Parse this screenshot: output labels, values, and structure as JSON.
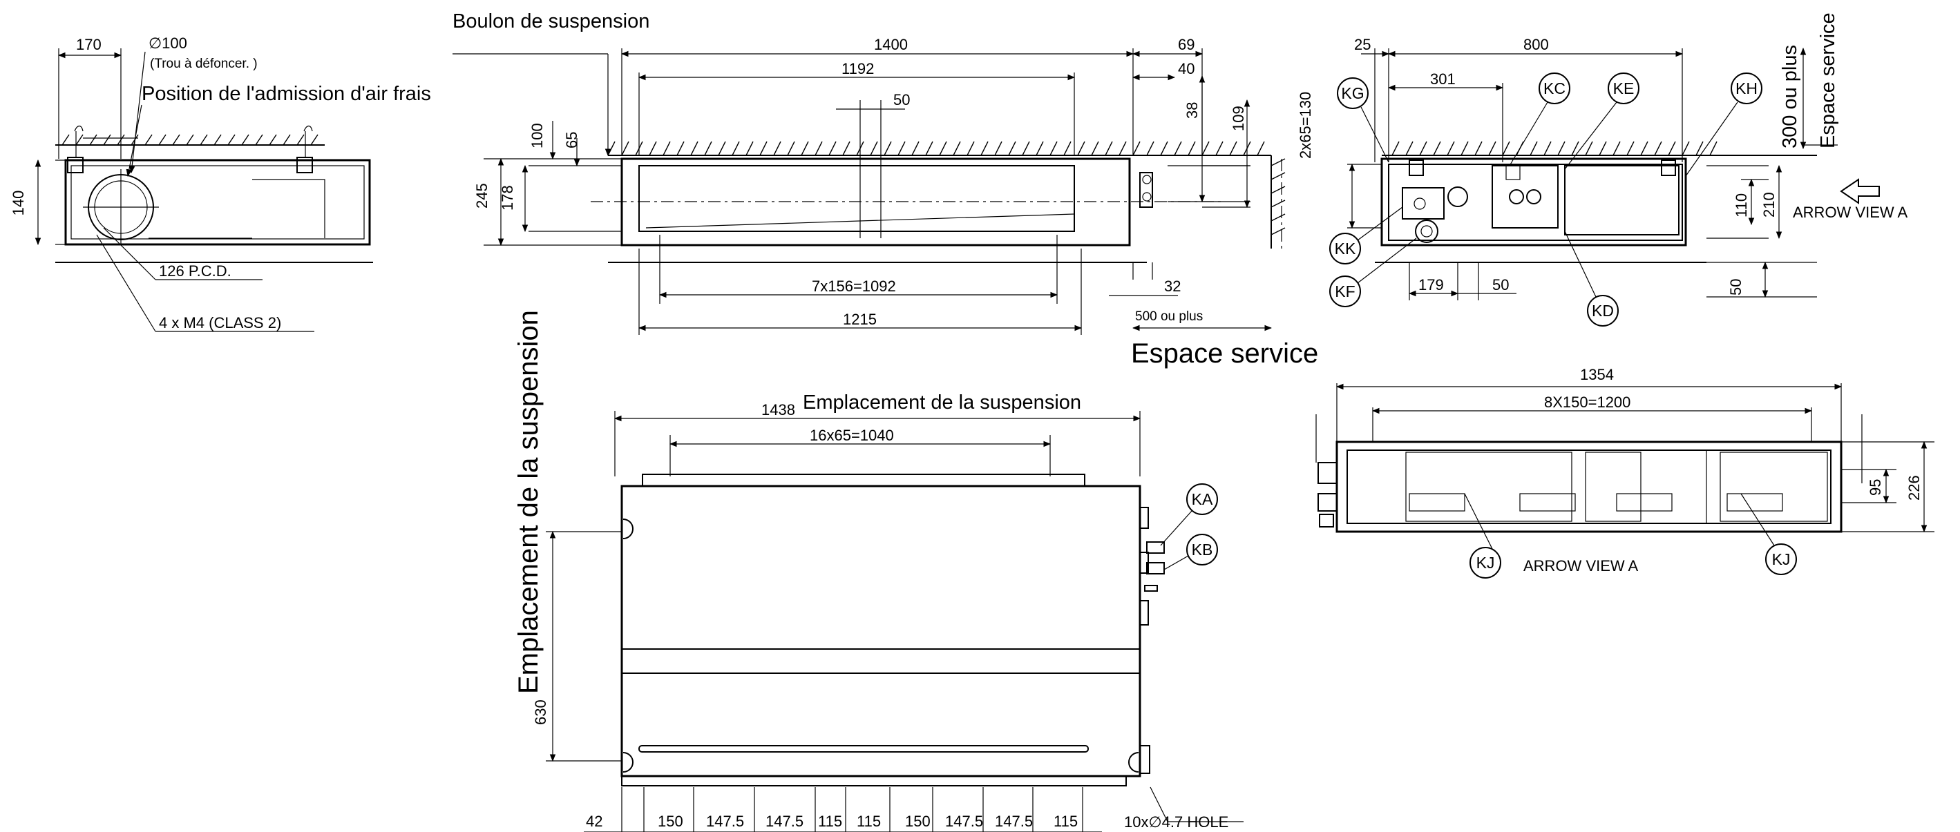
{
  "labels": {
    "suspension_bolt": "Boulon de suspension",
    "hole_diameter": "∅100",
    "knockout": "(Trou à défoncer.        )",
    "fresh_air_position": "Position de l'admission d'air frais",
    "pcd": "126 P.C.D.",
    "m4": "4 x M4 (CLASS 2)",
    "service_space_small": "500 ou plus",
    "service_space": "Espace service",
    "service_space_v": "Espace service",
    "three_hundred": "300 ou plus",
    "arrow_view_a_top": "ARROW VIEW A",
    "arrow_view_a_bottom": "ARROW VIEW A",
    "suspension_location_h": "Emplacement de la suspension",
    "suspension_location_v": "Emplacement de la suspension",
    "hole_note": "10x∅4.7 HOLE"
  },
  "dims_left": {
    "w170": "170",
    "h140": "140"
  },
  "dims_front": {
    "d1400": "1400",
    "d69": "69",
    "d1192": "1192",
    "d40": "40",
    "d50": "50",
    "d38": "38",
    "d109": "109",
    "d100": "100",
    "d65": "65",
    "d245": "245",
    "d178": "178",
    "d1092": "7x156=1092",
    "d32": "32",
    "d1215": "1215"
  },
  "dims_side": {
    "d25": "25",
    "d800": "800",
    "d301": "301",
    "d130": "2x65=130",
    "d110": "110",
    "d210": "210",
    "d179": "179",
    "d50b": "50",
    "d50v": "50"
  },
  "dims_plan": {
    "d1438": "1438",
    "d1040": "16x65=1040",
    "d630": "630",
    "bottom": [
      "42",
      "150",
      "147.5",
      "147.5",
      "115",
      "115",
      "150",
      "147.5",
      "147.5",
      "115"
    ]
  },
  "dims_arrow": {
    "d1354": "1354",
    "d1200": "8X150=1200",
    "d95": "95",
    "d226": "226"
  },
  "balloons": [
    "KA",
    "KB",
    "KC",
    "KD",
    "KE",
    "KF",
    "KG",
    "KH",
    "KJ",
    "KK"
  ]
}
